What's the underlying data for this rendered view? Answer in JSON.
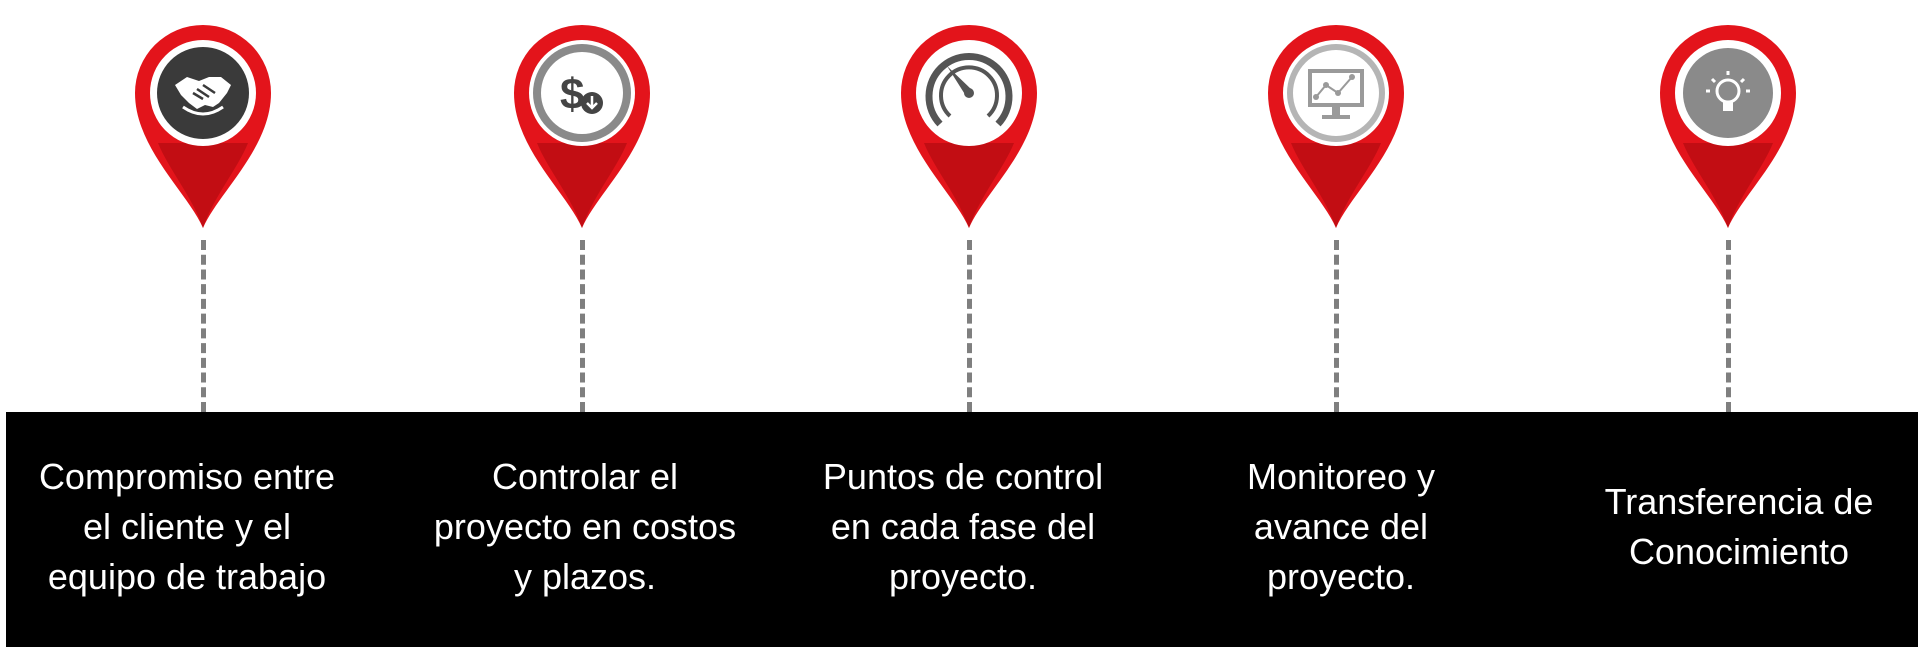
{
  "colors": {
    "pin_red": "#e3141b",
    "pin_dark_red": "#a8070c",
    "band": "#000000",
    "dash": "#7f7f7f",
    "text": "#ffffff"
  },
  "steps": [
    {
      "icon": "handshake-icon",
      "label": "Compromiso entre\nel cliente y el\nequipo de trabajo"
    },
    {
      "icon": "dollar-download-icon",
      "label": "Controlar el\nproyecto en costos\ny plazos."
    },
    {
      "icon": "speedometer-icon",
      "label": "Puntos de control\nen cada fase del\nproyecto."
    },
    {
      "icon": "monitor-chart-icon",
      "label": "Monitoreo y\navance del\nproyecto."
    },
    {
      "icon": "lightbulb-icon",
      "label": "Transferencia de\nConocimiento"
    }
  ]
}
